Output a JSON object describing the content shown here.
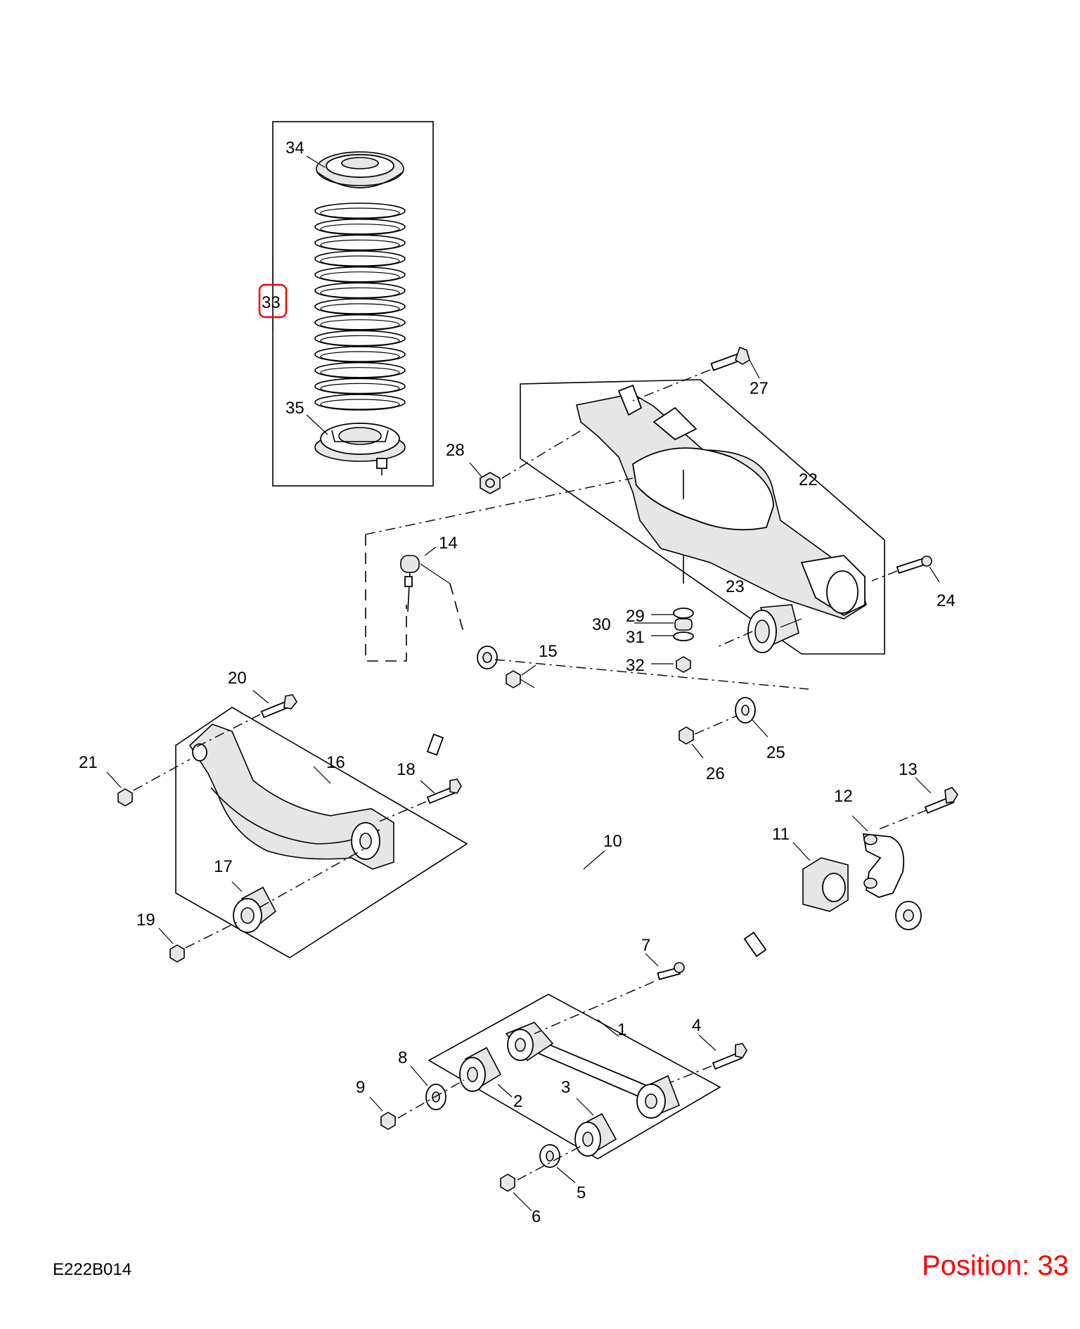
{
  "diagram": {
    "code": "E222B014",
    "position_label": "Position: 33",
    "highlight_color": "#ff0000",
    "selected_position": "33",
    "callouts": [
      "1",
      "2",
      "3",
      "4",
      "5",
      "6",
      "7",
      "8",
      "9",
      "10",
      "11",
      "12",
      "13",
      "14",
      "15",
      "16",
      "17",
      "18",
      "19",
      "20",
      "21",
      "22",
      "23",
      "24",
      "25",
      "26",
      "27",
      "28",
      "29",
      "30",
      "31",
      "32",
      "33",
      "34",
      "35"
    ]
  }
}
